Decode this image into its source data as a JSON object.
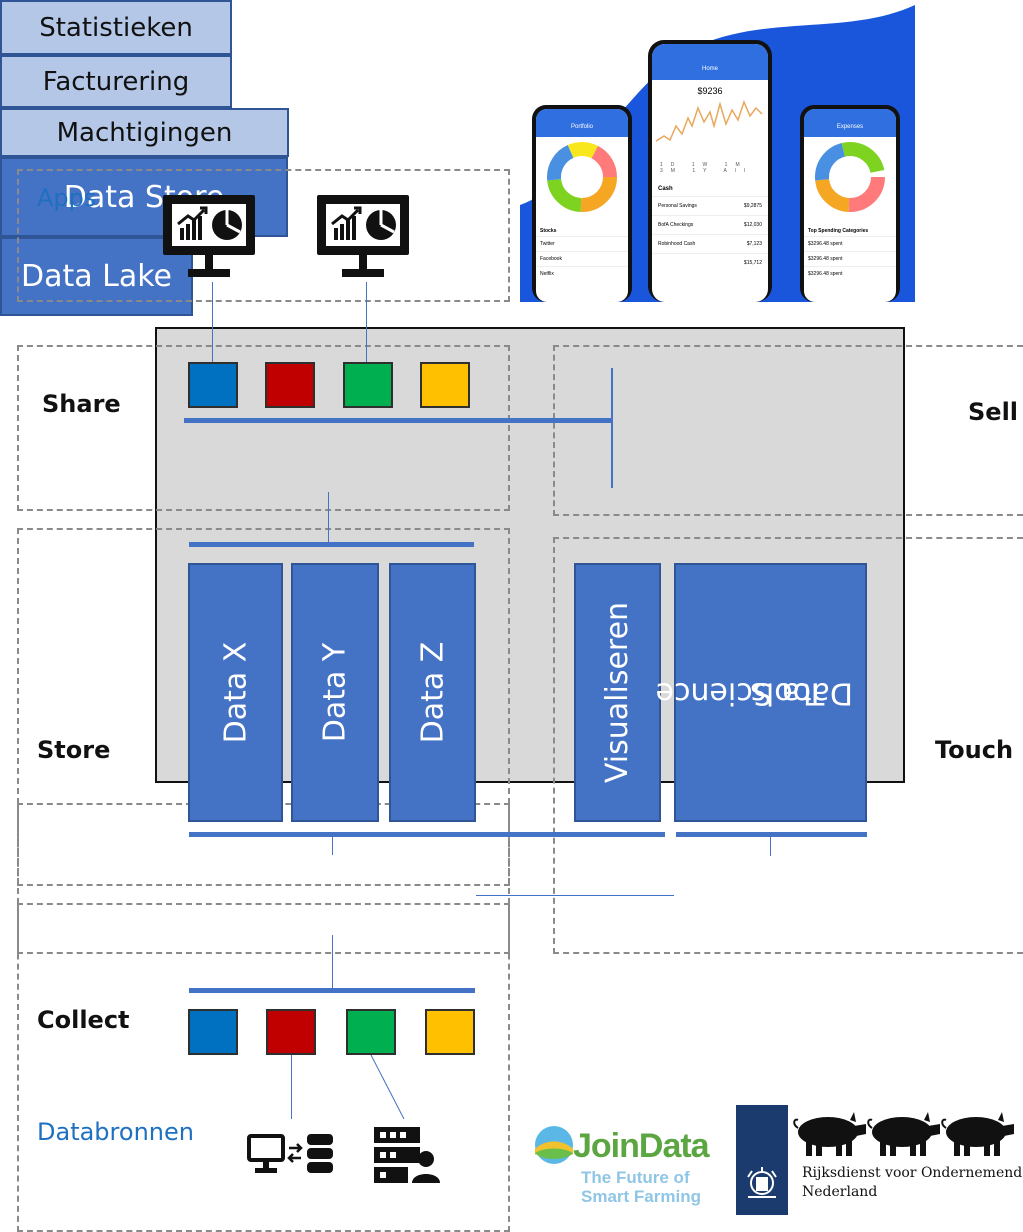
{
  "labels": {
    "apps": "Apps",
    "share": "Share",
    "sell": "Sell",
    "store": "Store",
    "touch": "Touch",
    "collect": "Collect",
    "databronnen": "Databronnen"
  },
  "boxes": {
    "statistieken": "Statistieken",
    "facturering": "Facturering",
    "machtigingen": "Machtigingen",
    "data_x": "Data  X",
    "data_y": "Data Y",
    "data_z": "Data Z",
    "visualiseren": "Visualiseren",
    "data_science_line1": "Data Science",
    "data_science_line2": "Tools",
    "data_store": "Data Store",
    "data_lake": "Data Lake"
  },
  "phones": {
    "home_title": "Home",
    "home_balance": "$9236",
    "portfolio_title": "Portfolio",
    "expenses_title": "Expenses",
    "cash_title": "Cash",
    "cash_items": [
      {
        "name": "Personal Savings",
        "amount": "$9,2875"
      },
      {
        "name": "BofA Checkings",
        "amount": "$12,030"
      },
      {
        "name": "Robinhood Cash",
        "amount": "$7,123"
      },
      {
        "name": "",
        "amount": "$15,712"
      }
    ],
    "stocks_title": "Stocks",
    "stocks": [
      "Twitter",
      "Facebook",
      "Netflix"
    ],
    "top_spending": "Top Spending Categories",
    "spending_items": [
      "$3296.48 spent",
      "$3296.48 spent",
      "$3296.48 spent"
    ]
  },
  "logos": {
    "joindata_name": "JoinData",
    "joindata_tag1": "The Future of",
    "joindata_tag2": "Smart Farming",
    "rvo_line1": "Rijksdienst voor Ondernemend",
    "rvo_line2": "Nederland"
  },
  "colors": {
    "blue": "#4472c4",
    "red": "#c00000",
    "green": "#00b050",
    "yellow": "#ffc000",
    "light_blue": "#b4c7e7",
    "panel_grey": "#d9d9d9",
    "label_blue": "#1f70c1"
  },
  "icons": {
    "app_monitor": "monitor-chart-icon",
    "database_source": "computer-database-icon",
    "server_source": "server-user-icon"
  }
}
